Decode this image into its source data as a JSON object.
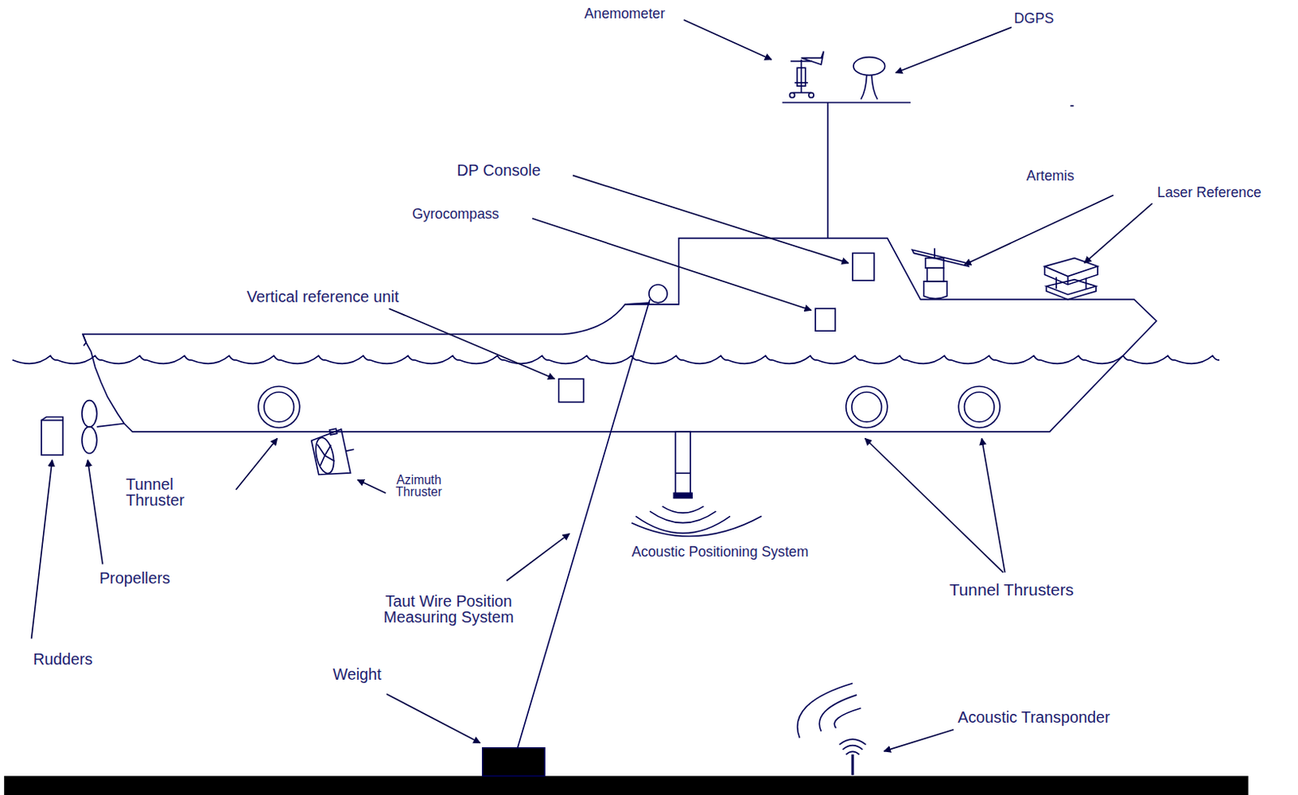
{
  "diagram": {
    "labels": [
      "Anemometer",
      "DGPS",
      "DP Console",
      "Artemis",
      "Laser Reference",
      "Gyrocompass",
      "Vertical reference unit",
      "Tunnel Thruster",
      "Azimuth Thruster",
      "Acoustic Positioning System",
      "Tunnel Thrusters",
      "Propellers",
      "Taut Wire Position Measuring System",
      "Rudders",
      "Weight",
      "Acoustic Transponder"
    ]
  }
}
